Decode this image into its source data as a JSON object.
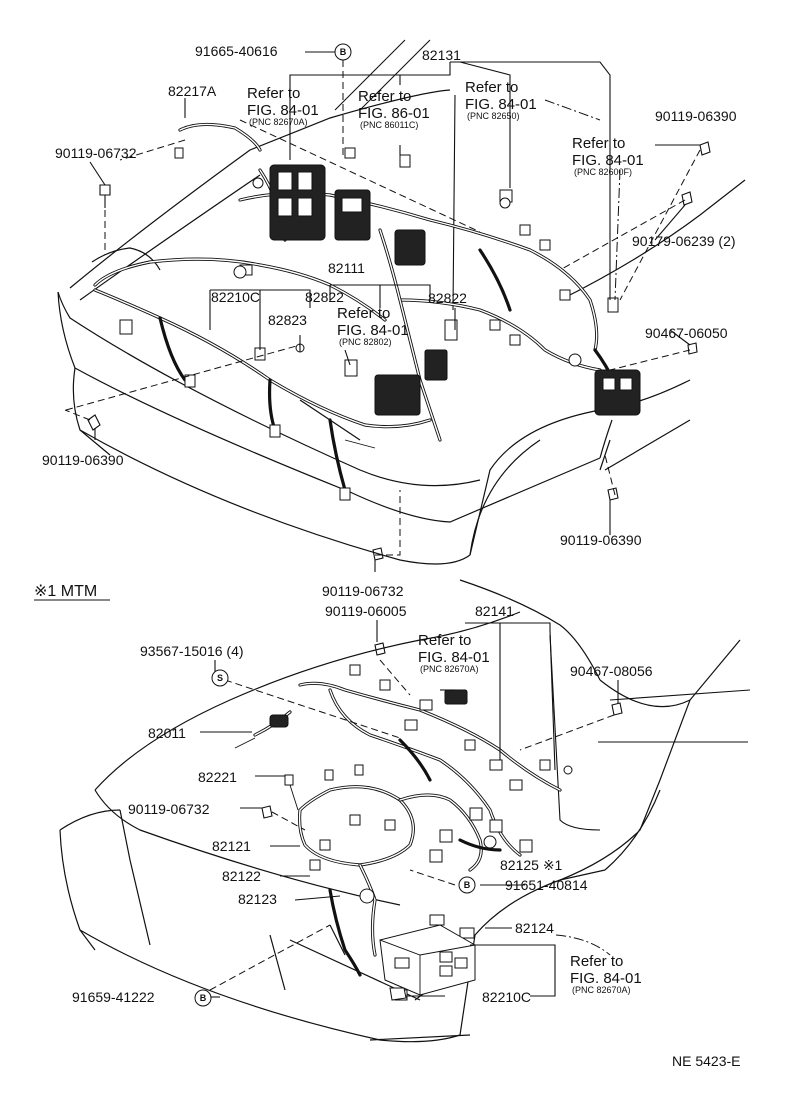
{
  "top_section": {
    "labels": {
      "p91665": "91665-40616",
      "p82131": "82131",
      "p82217a": "82217A",
      "p90119a": "90119-06732",
      "p90119b": "90119-06390",
      "p90179": "90179-06239 (2)",
      "p90467": "90467-06050",
      "p82111": "82111",
      "p82822a": "82822",
      "p82822b": "82822",
      "p82210c": "82210C",
      "p82823": "82823",
      "p90119c": "90119-06390",
      "p90119d": "90119-06390",
      "p90119e": "90119-06732"
    },
    "refs": [
      {
        "refer": "Refer to",
        "fig": "FIG. 84-01",
        "pnc": "(PNC 82670A)"
      },
      {
        "refer": "Refer to",
        "fig": "FIG. 86-01",
        "pnc": "(PNC 86011C)"
      },
      {
        "refer": "Refer to",
        "fig": "FIG. 84-01",
        "pnc": "(PNC 82650)"
      },
      {
        "refer": "Refer to",
        "fig": "FIG. 84-01",
        "pnc": "(PNC 82600F)"
      },
      {
        "refer": "Refer to",
        "fig": "FIG. 84-01",
        "pnc": "(PNC 82802)"
      }
    ]
  },
  "section_title": "※1 MTM",
  "bottom_section": {
    "labels": {
      "p90119f": "90119-06005",
      "p82141": "82141",
      "p93567": "93567-15016 (4)",
      "p90467b": "90467-08056",
      "p82011": "82011",
      "p82221": "82221",
      "p90119g": "90119-06732",
      "p82121": "82121",
      "p82122": "82122",
      "p82123": "82123",
      "p82125": "82125 ※1",
      "p91651": "91651-40814",
      "p82124": "82124",
      "p91659": "91659-41222",
      "p82210c2": "82210C"
    },
    "refs": [
      {
        "refer": "Refer to",
        "fig": "FIG. 84-01",
        "pnc": "(PNC 82670A)"
      },
      {
        "refer": "Refer to",
        "fig": "FIG. 84-01",
        "pnc": "(PNC 82670A)"
      }
    ]
  },
  "symbols": {
    "b": "B",
    "s": "S"
  },
  "footer_code": "NE 5423-E"
}
